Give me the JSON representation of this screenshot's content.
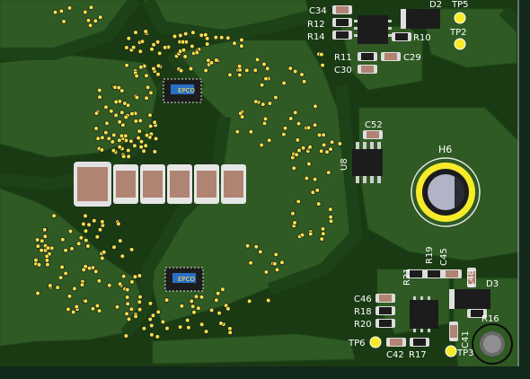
{
  "board": {
    "colors": {
      "copper_pour": "#2f5a24",
      "trace_dark": "#1e4418",
      "edge": "#15301a",
      "via": "#f2e24a",
      "pad_gold": "#d8c24a",
      "cap_body": "#b08472",
      "cap_end": "#e6e6e6",
      "ic_body": "#1c1c1c",
      "fuse_body": "#2a6fc7",
      "silk": "#ffffff",
      "hole_ring": "#f6ea2a",
      "hole_center": "#b0b4c6"
    },
    "labels": {
      "c34": "C34",
      "r12": "R12",
      "r14": "R14",
      "r10": "R10",
      "r11": "R11",
      "c29": "C29",
      "c30": "C30",
      "d2": "D2",
      "tp5": "TP5",
      "tp2": "TP2",
      "c52": "C52",
      "u8": "U8",
      "h6": "H6",
      "r21": "R21",
      "r19": "R19",
      "c45": "C45",
      "c48": "C48",
      "d3": "D3",
      "c46": "C46",
      "r18": "R18",
      "r20": "R20",
      "r16": "R16",
      "c41": "C41",
      "tp6": "TP6",
      "c42": "C42",
      "r17": "R17",
      "tp3": "TP3"
    },
    "fuse_marks": [
      "EPCO",
      "EPCO"
    ]
  }
}
